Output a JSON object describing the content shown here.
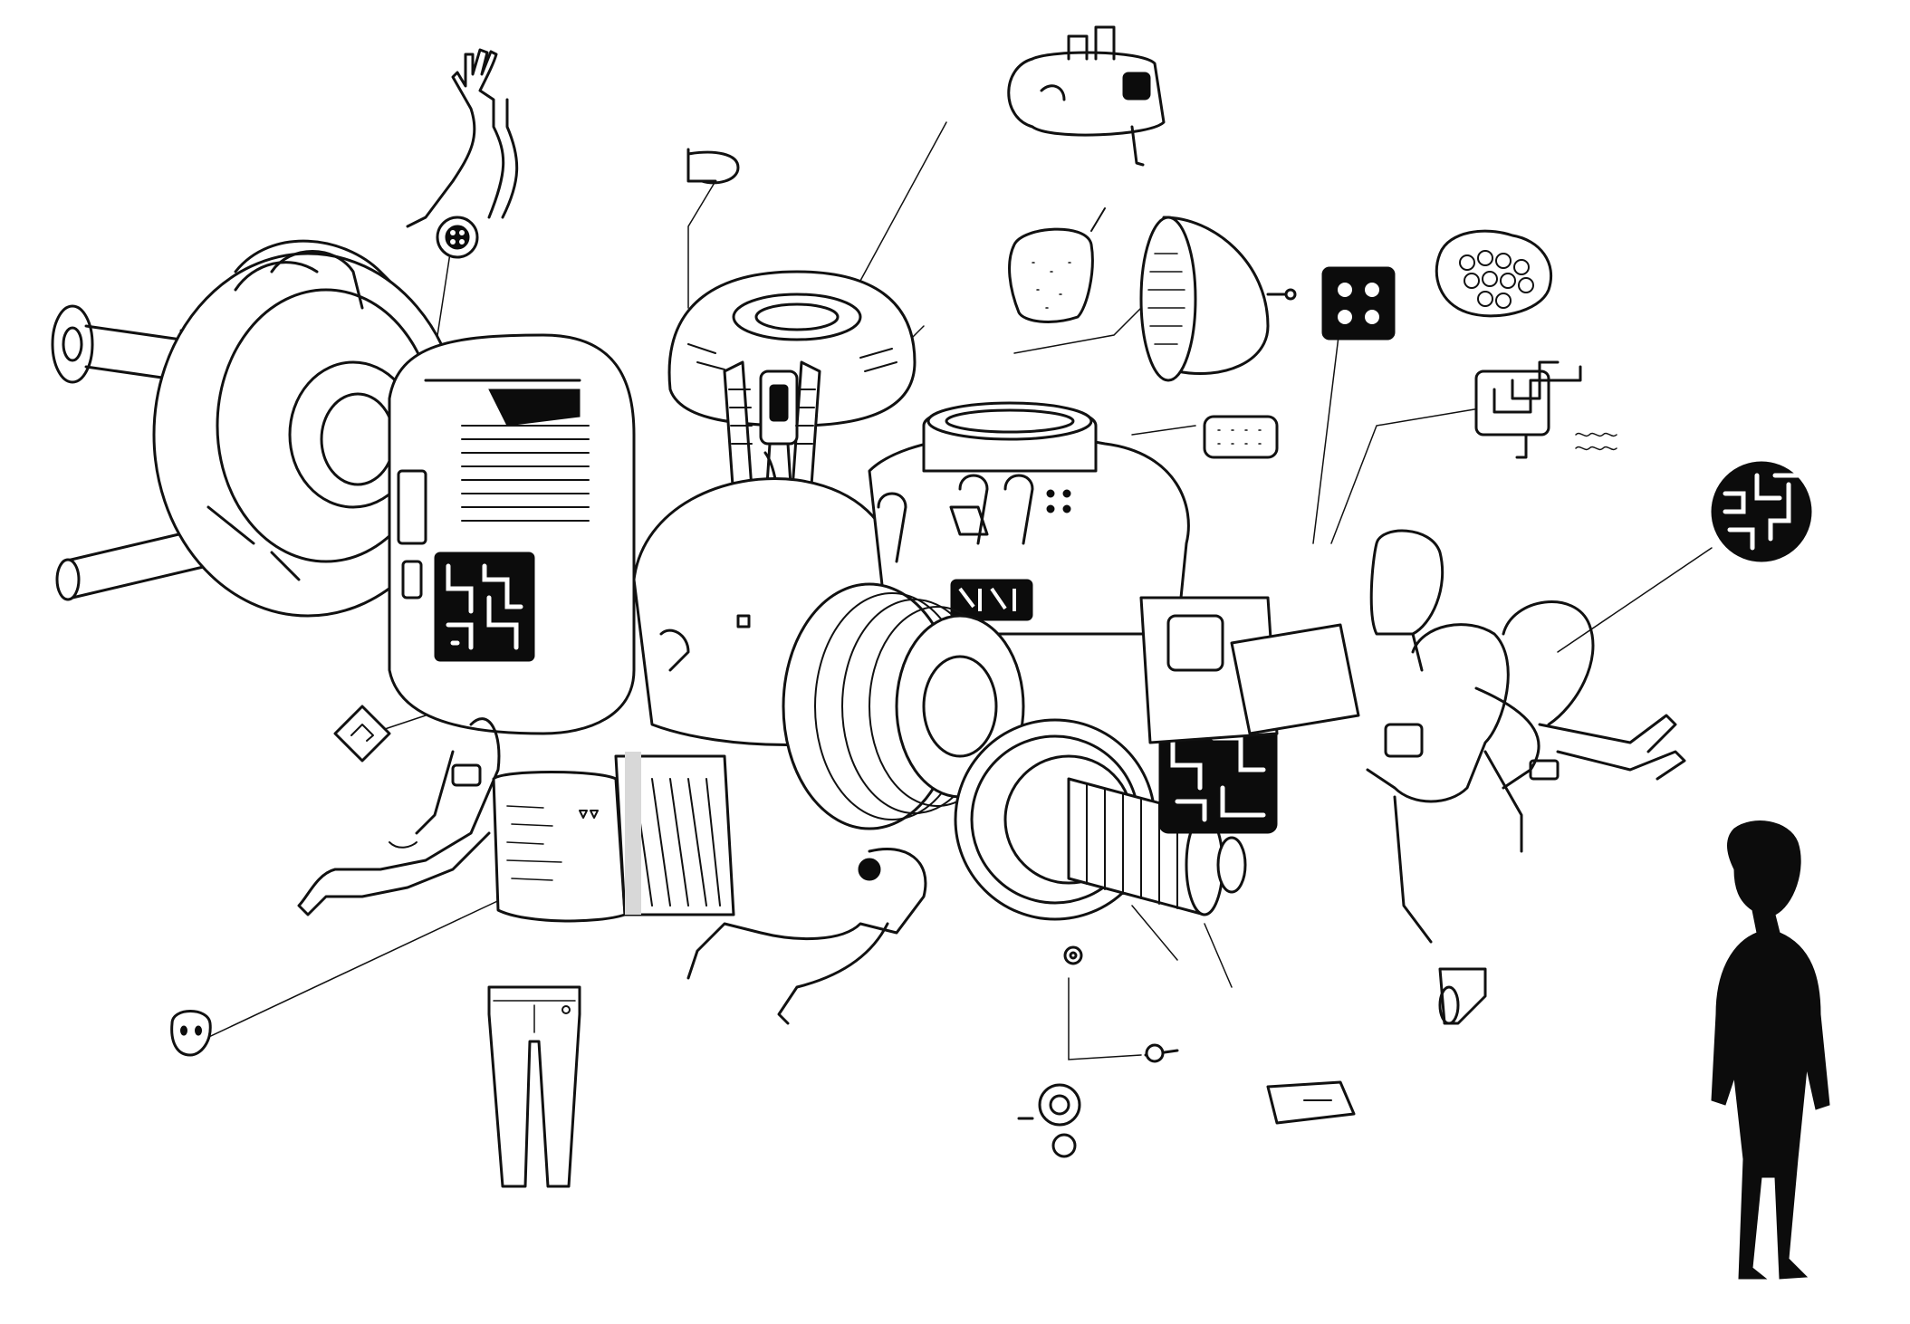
{
  "artwork": {
    "palette": {
      "ink": "#111111",
      "paper": "#ffffff",
      "solid": "#0c0c0c",
      "shade": "#d8d8d8"
    },
    "parts": [
      "raised-hand-arm",
      "crank-shaft",
      "pipe-stub",
      "coil-drum",
      "circuit-panel",
      "tire-wheel",
      "spring-canister",
      "fuel-tank",
      "engine-block",
      "finned-cylinder",
      "gear-ring",
      "rotor",
      "lying-figure",
      "seated-figure",
      "jeans",
      "dome-lamp",
      "dice-block",
      "sponge",
      "pipe-box",
      "maze-disc",
      "cell-rock",
      "bread-slice",
      "biscuit",
      "outlet-plug",
      "diamond-tag",
      "cup",
      "brick",
      "pin",
      "gear-knob",
      "child-silhouette"
    ]
  }
}
